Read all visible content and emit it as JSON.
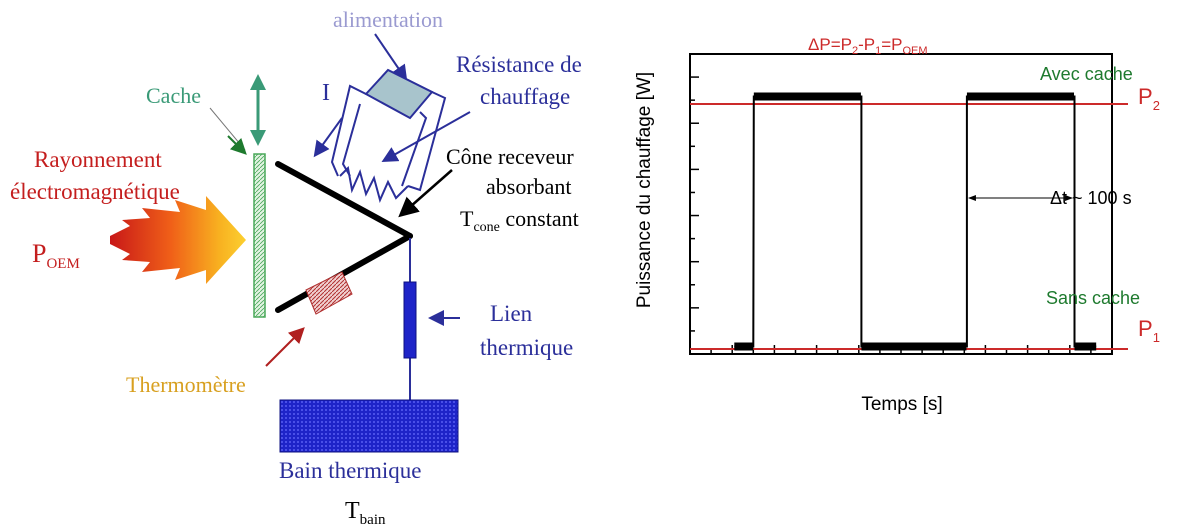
{
  "colors": {
    "blue": "#2b2f9a",
    "red": "#cc2a2a",
    "green": "#1e7a2e",
    "teal": "#3a9a77",
    "orange": "#d8a020",
    "lavender": "#9a9ad0",
    "black": "#000000"
  },
  "diagram": {
    "alimentation": "alimentation",
    "cache": "Cache",
    "current": "I",
    "resistance_line1": "Résistance de",
    "resistance_line2": "chauffage",
    "rayonnement_line1": "Rayonnement",
    "rayonnement_line2": "électromagnétique",
    "poem_main": "P",
    "poem_sub": "OEM",
    "cone_line1": "Cône receveur",
    "cone_line2": "absorbant",
    "cone_t": "T",
    "cone_sub": "cone",
    "cone_rest": " constant",
    "lien_line1": "Lien",
    "lien_line2": "thermique",
    "thermometre": "Thermomètre",
    "bain": "Bain thermique",
    "tbain_main": "T",
    "tbain_sub": "bain"
  },
  "chart_labels": {
    "formula_a": "ΔP=P",
    "formula_s2": "2",
    "formula_b": "-P",
    "formula_s1": "1",
    "formula_c": "=P",
    "formula_sOEM": "OEM",
    "avec_cache": "Avec cache",
    "sans_cache": "Sans cache",
    "p2_main": "P",
    "p2_sub": "2",
    "p1_main": "P",
    "p1_sub": "1",
    "delta_t": "Δt ~ 100 s"
  },
  "chart_data": {
    "type": "line",
    "xlabel": "Temps [s]",
    "ylabel": "Puissance du chauffage [W]",
    "xlim": [
      0,
      400
    ],
    "ylim": [
      0,
      6
    ],
    "series": [
      {
        "x": [
          42,
          60,
          60,
          60.5,
          162,
          162.5,
          162.5,
          262,
          262.5,
          262.5,
          364,
          364.5,
          364.5,
          385
        ],
        "y": [
          0.15,
          0.15,
          0.15,
          5.15,
          5.15,
          5.15,
          0.15,
          0.15,
          0.15,
          5.15,
          5.15,
          5.15,
          0.15,
          0.15
        ]
      }
    ],
    "reference_lines": [
      {
        "y": 5.0
      },
      {
        "y": 0.1
      }
    ]
  }
}
